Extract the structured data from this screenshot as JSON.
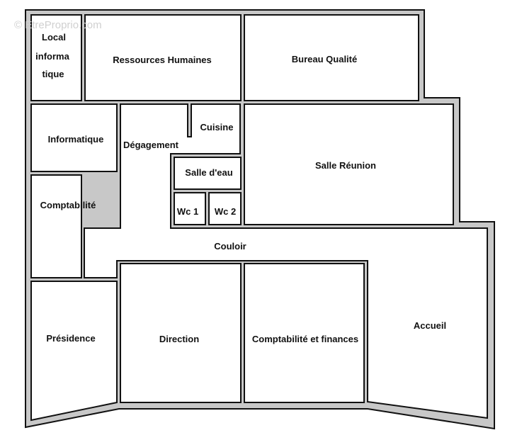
{
  "watermark": {
    "text": "© EtreProprio.com"
  },
  "colors": {
    "wall": "#c8c8c8",
    "room_fill": "#ffffff",
    "line": "#111111",
    "text": "#111111"
  },
  "rooms": {
    "local_informatique": {
      "line1": "Local",
      "line2": "informa",
      "line3": "tique"
    },
    "ressources_humaines": "Ressources Humaines",
    "bureau_qualite": "Bureau Qualité",
    "informatique": "Informatique",
    "degagement": "Dégagement",
    "cuisine": "Cuisine",
    "salle_eau": "Salle d'eau",
    "wc1": "Wc 1",
    "wc2": "Wc 2",
    "salle_reunion": "Salle Réunion",
    "comptabilite": "Comptabilité",
    "couloir": "Couloir",
    "presidence": "Présidence",
    "direction": "Direction",
    "comptabilite_finances": "Comptabilité et finances",
    "accueil": "Accueil"
  }
}
